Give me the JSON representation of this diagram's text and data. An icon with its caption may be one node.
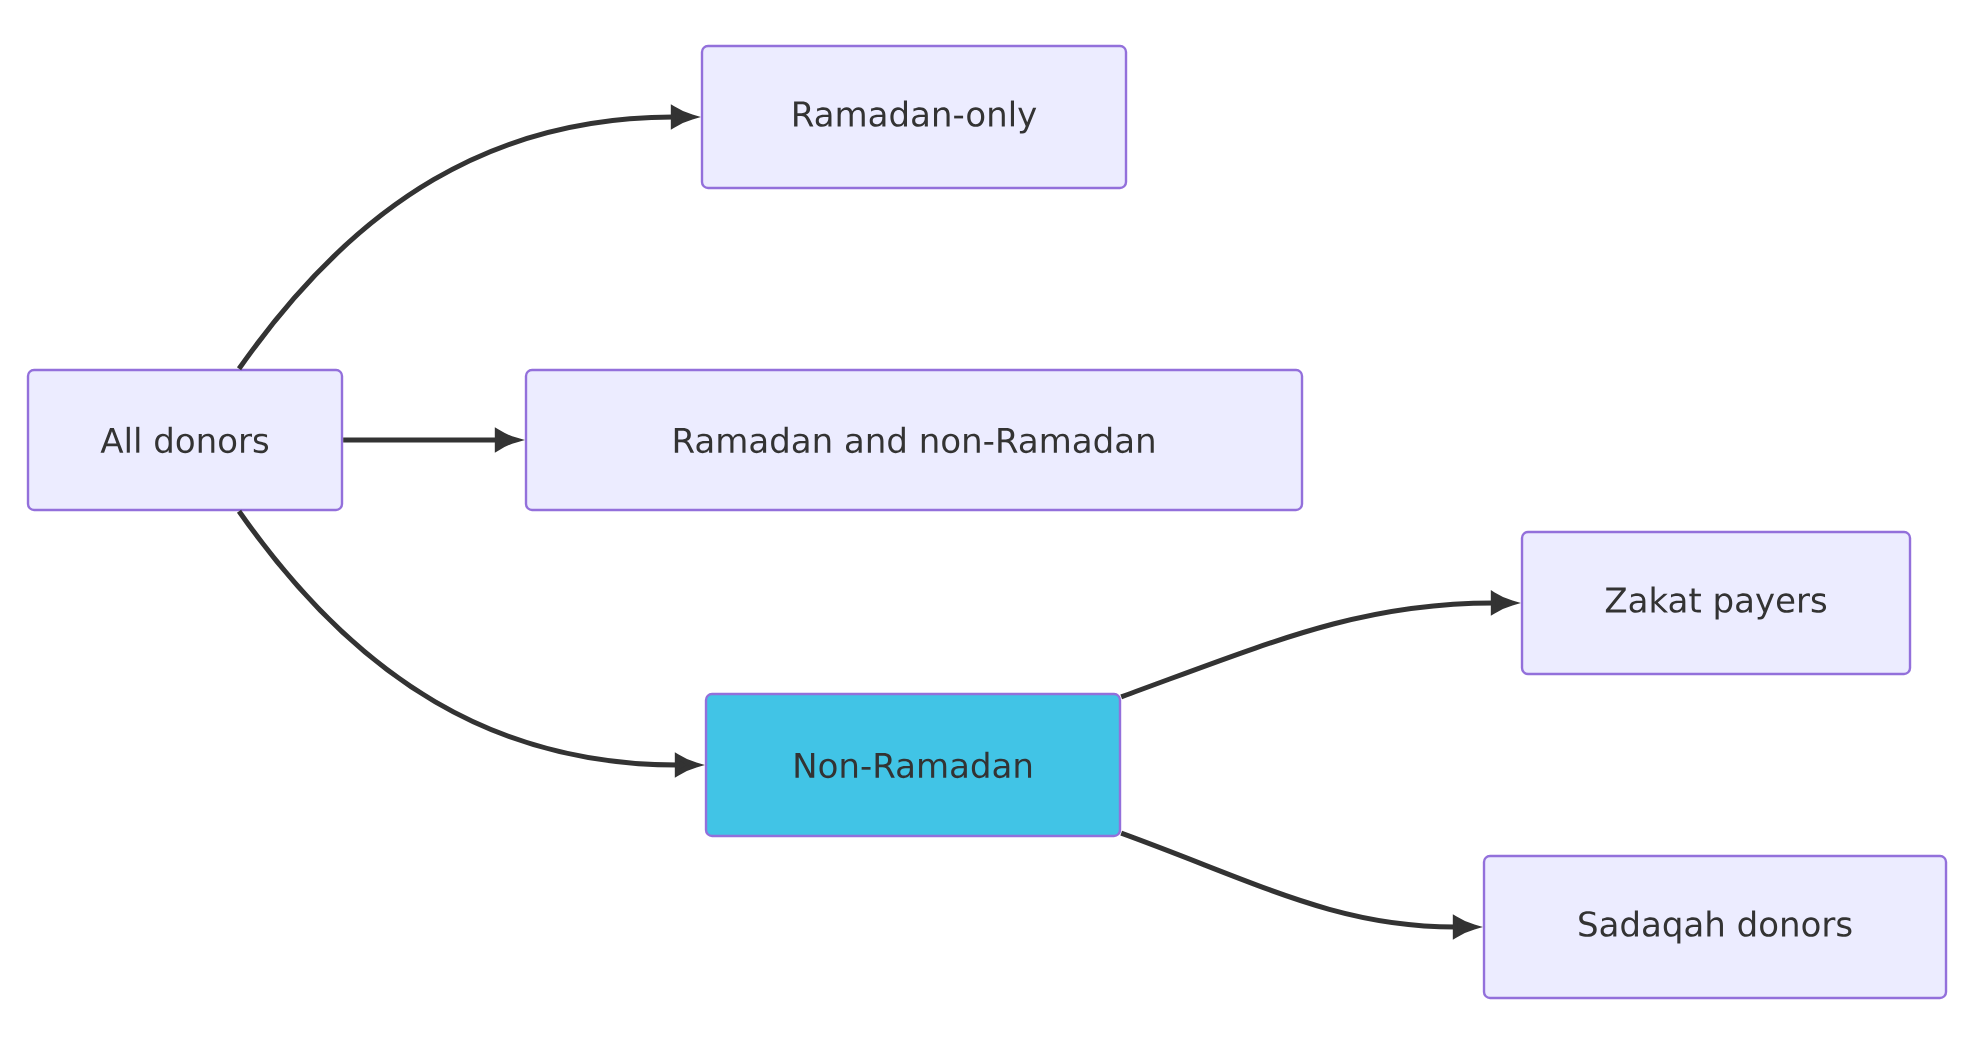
{
  "diagram": {
    "nodes": [
      {
        "text": [
          "All donors"
        ]
      },
      {
        "text": [
          "Ramadan-only"
        ]
      },
      {
        "text": [
          "Ramadan and non-Ramadan"
        ]
      },
      {
        "text": [
          "Non-Ramadan"
        ]
      },
      {
        "text": [
          "Zakat payers"
        ]
      },
      {
        "text": [
          "Sadaqah donors"
        ]
      }
    ],
    "edges": [
      {
        "from": 0,
        "to": 1,
        "arrow": "to"
      },
      {
        "from": 0,
        "to": 2,
        "arrow": "to"
      },
      {
        "from": 0,
        "to": 3,
        "arrow": "to"
      },
      {
        "from": 3,
        "to": 4,
        "arrow": "to"
      },
      {
        "from": 3,
        "to": 5,
        "arrow": "to"
      }
    ]
  }
}
